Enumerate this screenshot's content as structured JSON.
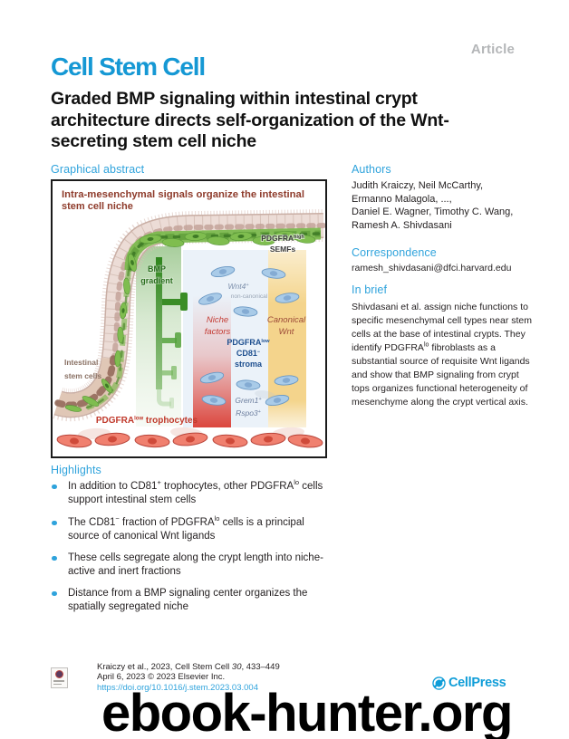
{
  "colors": {
    "accent_blue": "#2FA3DC",
    "logo_blue": "#1598D4",
    "article_gray": "#B4B6B8",
    "link_blue": "#2FA3DC",
    "cellpress_blue": "#0F9DD8",
    "fig_title_red": "#8E3B2B",
    "fig_label_red": "#C0392B",
    "fig_label_green": "#2A6E1E",
    "fig_label_blue": "#1D4F8F"
  },
  "header": {
    "journal_logo": "Cell Stem Cell",
    "article_badge": "Article",
    "title_lines": [
      "Graded BMP signaling within intestinal crypt",
      "architecture directs self-organization of the Wnt-",
      "secreting stem cell niche"
    ]
  },
  "graphical_abstract": {
    "heading": "Graphical abstract",
    "fig_title_line1": "Intra-mesenchymal signals organize the intestinal",
    "fig_title_line2": "stem cell niche",
    "labels": {
      "semf_base": "PDGFRA",
      "semf_sup": "high",
      "semf_line2": "SEMFs",
      "bmp_line1": "BMP",
      "bmp_line2": "gradient",
      "wnt4_base": "Wnt4",
      "wnt4_sup": "+",
      "wnt4_note": "non-canonical",
      "niche_line1": "Niche",
      "niche_line2": "factors",
      "canonical_line1": "Canonical",
      "canonical_line2": "Wnt",
      "stroma_line1_base": "PDGFRA",
      "stroma_line1_sup": "low",
      "stroma_line2_base": "CD81",
      "stroma_line2_sup": "−",
      "stroma_line3": "stroma",
      "grem_base": "Grem1",
      "grem_sup": "+",
      "rspo_base": "Rspo3",
      "rspo_sup": "+",
      "isc_line1": "Intestinal",
      "isc_line2": "stem cells",
      "troph_base": "PDGFRA",
      "troph_sup": "low",
      "troph_rest": " trophocytes"
    }
  },
  "authors_panel": {
    "heading": "Authors",
    "lines": [
      "Judith Kraiczy, Neil McCarthy,",
      "Ermanno Malagola, ...,",
      "Daniel E. Wagner, Timothy C. Wang,",
      "Ramesh A. Shivdasani"
    ]
  },
  "correspondence": {
    "heading": "Correspondence",
    "email": "ramesh_shivdasani@dfci.harvard.edu"
  },
  "in_brief": {
    "heading": "In brief",
    "text_pre": "Shivdasani et al. assign niche functions to specific mesenchymal cell types near stem cells at the base of intestinal crypts. They identify PDGFRA",
    "text_sup": "lo",
    "text_post": " fibroblasts as a substantial source of requisite Wnt ligands and show that BMP signaling from crypt tops organizes functional heterogeneity of mesenchyme along the crypt vertical axis."
  },
  "highlights": {
    "heading": "Highlights",
    "items": [
      {
        "pre": "In addition to CD81",
        "sup1": "+",
        "mid": " trophocytes, other PDGFRA",
        "sup2": "lo",
        "post": " cells support intestinal stem cells"
      },
      {
        "pre": "The CD81",
        "sup1": "−",
        "mid": " fraction of PDGFRA",
        "sup2": "lo",
        "post": " cells is a principal source of canonical Wnt ligands"
      },
      {
        "pre": "These cells segregate along the crypt length into niche-active and inert fractions",
        "sup1": "",
        "mid": "",
        "sup2": "",
        "post": ""
      },
      {
        "pre": "Distance from a BMP signaling center organizes the spatially segregated niche",
        "sup1": "",
        "mid": "",
        "sup2": "",
        "post": ""
      }
    ]
  },
  "footer": {
    "citation_pre": "Kraiczy et al., 2023, Cell Stem Cell ",
    "citation_vol": "30",
    "citation_pages": ", 433–449",
    "date_line": "April 6, 2023 © 2023 Elsevier Inc.",
    "doi": "https://doi.org/10.1016/j.stem.2023.03.004",
    "publisher": "CellPress"
  },
  "watermark": "ebook-hunter.org"
}
